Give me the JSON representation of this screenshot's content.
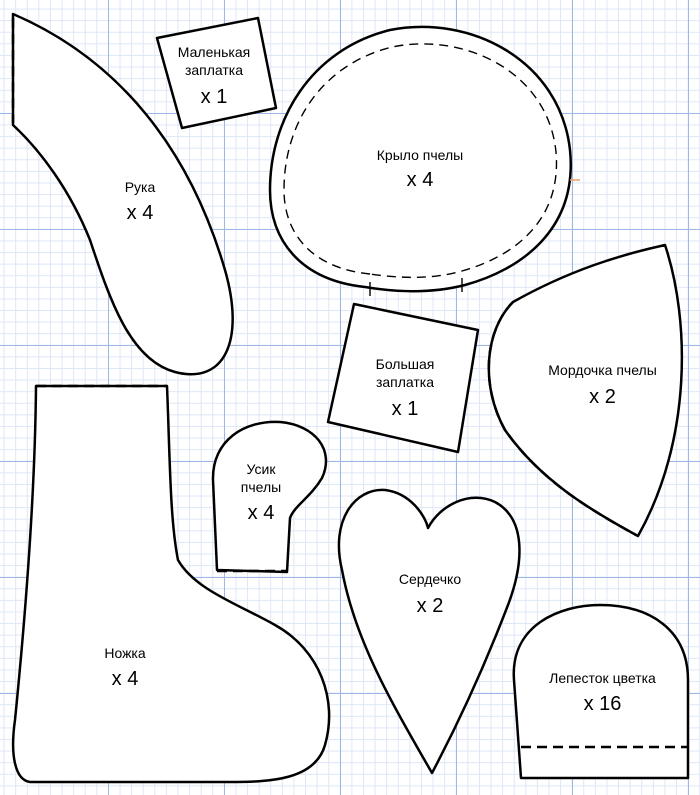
{
  "colors": {
    "outline": "#000000",
    "grid_major": "#9fb7e6",
    "grid_minor": "#dde6f7",
    "background": "#ffffff"
  },
  "pieces": {
    "arm": {
      "name": "Рука",
      "count": "x 4"
    },
    "small_patch": {
      "name_line1": "Маленькая",
      "name_line2": "заплатка",
      "count": "x 1"
    },
    "wing": {
      "name": "Крыло пчелы",
      "count": "x 4"
    },
    "big_patch": {
      "name_line1": "Большая",
      "name_line2": "заплатка",
      "count": "x 1"
    },
    "face": {
      "name": "Мордочка пчелы",
      "count": "x 2"
    },
    "antenna": {
      "name_line1": "Усик",
      "name_line2": "пчелы",
      "count": "x 4"
    },
    "heart": {
      "name": "Сердечко",
      "count": "x 2"
    },
    "leg": {
      "name": "Ножка",
      "count": "x 4"
    },
    "petal": {
      "name": "Лепесток цветка",
      "count": "x 16"
    }
  }
}
